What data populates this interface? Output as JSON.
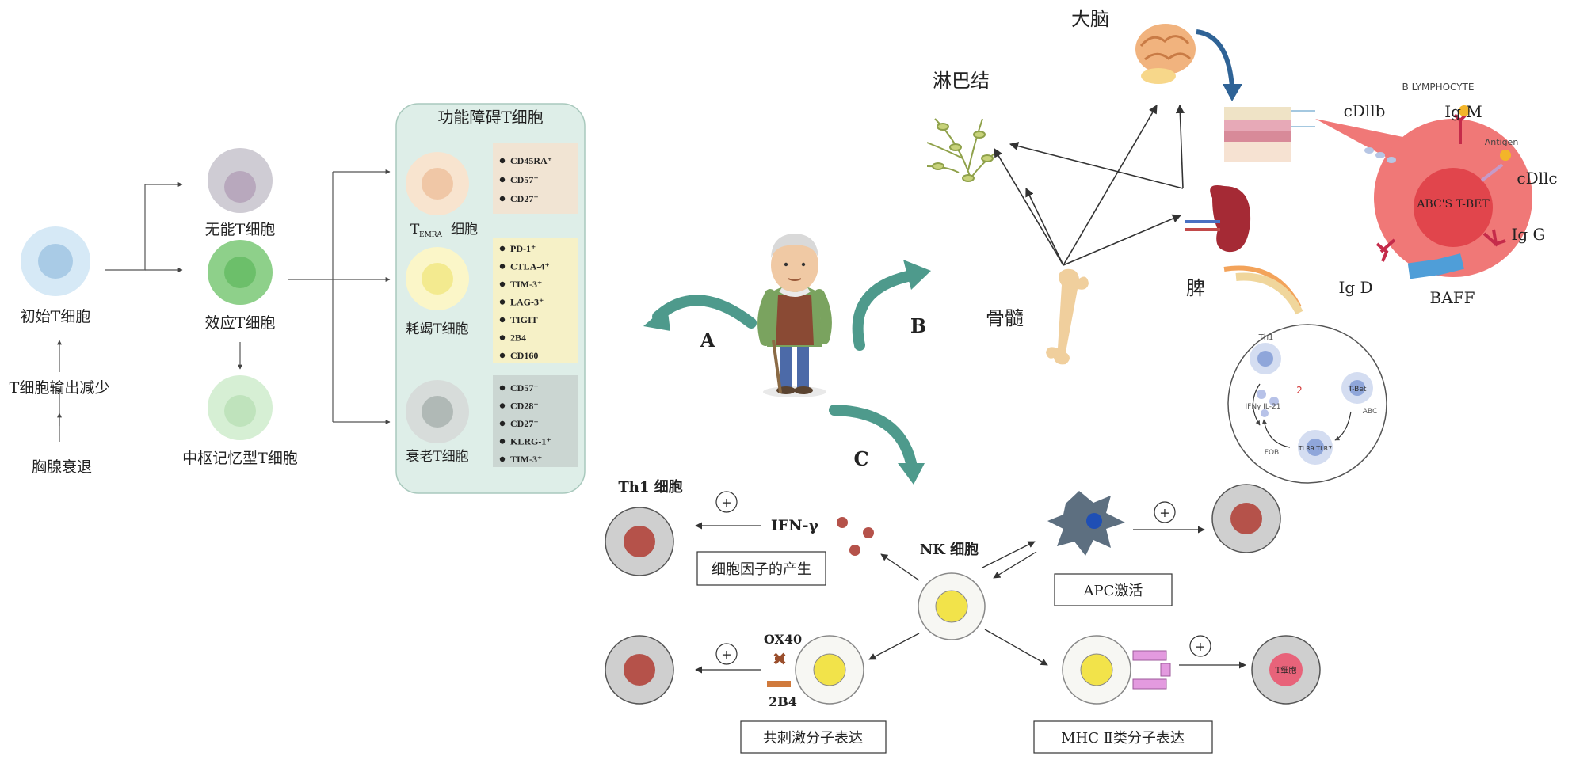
{
  "t_cell_panel": {
    "naive": "初始T细胞",
    "output_reduction": "T细胞输出减少",
    "thymus": "胸腺衰退",
    "anergic": "无能T细胞",
    "effector": "效应T细胞",
    "central_memory": "中枢记忆型T细胞",
    "dysfunctional_title": "功能障碍T细胞",
    "temra_main": "T",
    "temra_sub": "EMRA",
    "temra_suffix": "细胞",
    "temra_markers": [
      "CD45RA⁺",
      "CD57⁺",
      "CD27⁻"
    ],
    "exhausted": "耗竭T细胞",
    "exhausted_markers": [
      "PD-1⁺",
      "CTLA-4⁺",
      "TIM-3⁺",
      "LAG-3⁺",
      "TIGIT",
      "2B4",
      "CD160"
    ],
    "senescent": "衰老T细胞",
    "senescent_markers": [
      "CD57⁺",
      "CD28⁺",
      "CD27⁻",
      "KLRG-1⁺",
      "TIM-3⁺"
    ]
  },
  "arrows": {
    "a": "A",
    "b": "B",
    "c": "C"
  },
  "organs": {
    "brain": "大脑",
    "lymph_node": "淋巴结",
    "spleen": "脾",
    "bone_marrow": "骨髓"
  },
  "b_cell": {
    "header": "B LYMPHOCYTE",
    "cd11b": "cDllb",
    "igm": "Ig M",
    "antigen": "Antigen",
    "cd11c": "cDllc",
    "igg": "Ig G",
    "igd": "Ig D",
    "baff": "BAFF",
    "core": "ABC'S T-BET"
  },
  "inset": {
    "th1": "Th1",
    "ifn_il": "IFNγ IL-21",
    "tbet": "T-Bet",
    "abc": "ABC",
    "fob": "FOB",
    "tlr": "TLR9 TLR7",
    "two": "2"
  },
  "nk_panel": {
    "th1": "Th1 细胞",
    "ifn": "IFN-γ",
    "cytokine": "细胞因子的产生",
    "nk": "NK 细胞",
    "apc": "APC激活",
    "ox40": "OX40",
    "b2b4": "2B4",
    "costim": "共刺激分子表达",
    "mhc": "MHC Ⅱ类分子表达",
    "t_cell": "T细胞",
    "plus": "+"
  },
  "colors": {
    "panel_bg": "#deeee8",
    "arrow_teal": "#4e9a8c",
    "b_cell_pink": "#f07877",
    "nk_yellow": "#f2e34a",
    "target_core": "#b5524a"
  }
}
